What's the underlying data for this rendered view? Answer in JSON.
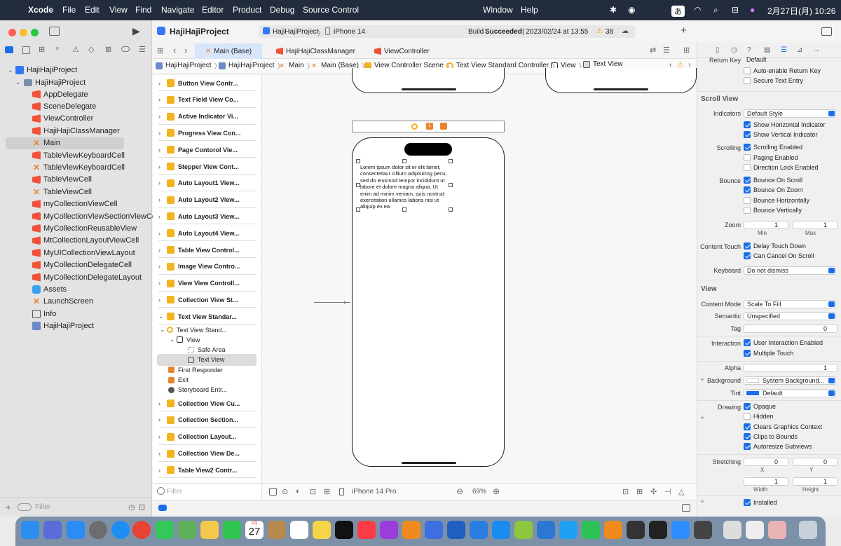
{
  "menubar": {
    "app": "Xcode",
    "items": [
      "File",
      "Edit",
      "View",
      "Find",
      "Navigate",
      "Editor",
      "Product",
      "Debug",
      "Source Control",
      "Window",
      "Help"
    ],
    "input_method": "あ",
    "clock": "2月27日(月) 10:26"
  },
  "toolbar": {
    "project_title": "HajiHajiProject",
    "scheme": "HajiHajiProject",
    "device": "iPhone 14",
    "status_prefix": "Build",
    "status_result": "Succeeded",
    "status_date": "| 2023/02/24 at 13:55",
    "warning_count": "38"
  },
  "navigator": {
    "root": "HajiHajiProject",
    "group": "HajiHajiProject",
    "files": [
      {
        "name": "AppDelegate",
        "kind": "swift"
      },
      {
        "name": "SceneDelegate",
        "kind": "swift"
      },
      {
        "name": "ViewController",
        "kind": "swift"
      },
      {
        "name": "HajiHajiClassManager",
        "kind": "swift"
      },
      {
        "name": "Main",
        "kind": "xib",
        "selected": true
      },
      {
        "name": "TableViewKeyboardCell",
        "kind": "swift"
      },
      {
        "name": "TableViewKeyboardCell",
        "kind": "xib"
      },
      {
        "name": "TableViewCell",
        "kind": "swift"
      },
      {
        "name": "TableViewCell",
        "kind": "xib"
      },
      {
        "name": "myCollectionViewCell",
        "kind": "swift"
      },
      {
        "name": "MyCollectionViewSectionViewCell",
        "kind": "swift"
      },
      {
        "name": "MyCollectionReusableView",
        "kind": "swift"
      },
      {
        "name": "MtCollectionLayoutViewCell",
        "kind": "swift"
      },
      {
        "name": "MyUICollectionViewLayout",
        "kind": "swift"
      },
      {
        "name": "MyCollectionDelegateCell",
        "kind": "swift"
      },
      {
        "name": "MyCollectionDelegateLayout",
        "kind": "swift"
      },
      {
        "name": "Assets",
        "kind": "assets"
      },
      {
        "name": "LaunchScreen",
        "kind": "xib"
      },
      {
        "name": "Info",
        "kind": "table"
      },
      {
        "name": "HajiHajiProject",
        "kind": "project"
      }
    ],
    "filter_placeholder": "Filter"
  },
  "tabs": [
    {
      "label": "Main (Base)",
      "active": true
    },
    {
      "label": "HajiHajiClassManager",
      "active": false
    },
    {
      "label": "ViewController",
      "active": false
    }
  ],
  "breadcrumb": [
    "HajiHajiProject",
    "HajiHajiProject",
    "Main",
    "Main (Base)",
    "View Controller Scene",
    "Text View Standard Controller",
    "View",
    "Text View"
  ],
  "outline": {
    "scenes": [
      "Button View Contr...",
      "Text Field View Co...",
      "Active Indicator Vi...",
      "Progress View Con...",
      "Page Contorol Vie...",
      "Stepper View Cont...",
      "Auto Layout1 View...",
      "Auto Layout2 View...",
      "Auto Layout3 View...",
      "Auto Layout4 View...",
      "Table View Control...",
      "Image View Contro...",
      "View View Controll...",
      "Collection View St..."
    ],
    "expanded_scene": "Text View Standar...",
    "children": [
      "Text View Stand...",
      "View",
      "Safe Area",
      "Text View",
      "First Responder",
      "Exit",
      "Storyboard Entr..."
    ],
    "scenes_after": [
      "Collection View Cu...",
      "Collection Section...",
      "Collection Layout...",
      "Collection View De...",
      "Table View2 Contr..."
    ],
    "filter_placeholder": "Filter"
  },
  "canvas": {
    "lorem": "Lorem ipsum dolor sit er elit lamet, consectetaur cillium adipisicing pecu, sed do eiusmod tempor incididunt ut labore et dolore magna aliqua. Ut enim ad minim veniam, quis nostrud exercitation ullamco laboris nisi ut aliquip ex ea",
    "device_label": "iPhone 14 Pro",
    "zoom": "69%",
    "scene_badge": "1"
  },
  "inspector": {
    "return_key_label": "Return Key",
    "return_key_value": "Default",
    "auto_enable": "Auto-enable Return Key",
    "secure": "Secure Text Entry",
    "scroll_view_header": "Scroll View",
    "indicators_label": "Indicators",
    "indicators_value": "Default Style",
    "show_h": "Show Horizontal Indicator",
    "show_v": "Show Vertical Indicator",
    "scrolling_label": "Scrolling",
    "scrolling_enabled": "Scrolling Enabled",
    "paging": "Paging Enabled",
    "direction_lock": "Direction Lock Enabled",
    "bounce_label": "Bounce",
    "bounce_scroll": "Bounce On Scroll",
    "bounce_zoom": "Bounce On Zoom",
    "bounce_h": "Bounce Horizontally",
    "bounce_v": "Bounce Vertically",
    "zoom_label": "Zoom",
    "zoom_min": "1",
    "zoom_max": "1",
    "min_label": "Min",
    "max_label": "Max",
    "content_touch_label": "Content Touch",
    "delay_touch": "Delay Touch Down",
    "cancel_scroll": "Can Cancel On Scroll",
    "keyboard_label": "Keyboard",
    "keyboard_value": "Do not dismiss",
    "view_header": "View",
    "content_mode_label": "Content Mode",
    "content_mode_value": "Scale To Fill",
    "semantic_label": "Semantic",
    "semantic_value": "Unspecified",
    "tag_label": "Tag",
    "tag_value": "0",
    "interaction_label": "Interaction",
    "user_interaction": "User Interaction Enabled",
    "multiple_touch": "Multiple Touch",
    "alpha_label": "Alpha",
    "alpha_value": "1",
    "background_label": "Background",
    "background_value": "System Background...",
    "tint_label": "Tint",
    "tint_value": "Default",
    "drawing_label": "Drawing",
    "opaque": "Opaque",
    "hidden": "Hidden",
    "clears_graphics": "Clears Graphics Context",
    "clips_bounds": "Clips to Bounds",
    "autoresize": "Autoresize Subviews",
    "stretching_label": "Stretching",
    "stretch_x": "0",
    "stretch_y": "0",
    "x_label": "X",
    "y_label": "Y",
    "stretch_w": "1",
    "stretch_h": "1",
    "width_label": "Width",
    "height_label": "Height",
    "installed": "Installed"
  },
  "dock_calendar": {
    "month": "2月",
    "day": "27"
  },
  "colors": {
    "accent": "#1a6fe8",
    "swift": "#f05138",
    "xib": "#e8852c",
    "storyboard_scene": "#f2b31e"
  }
}
